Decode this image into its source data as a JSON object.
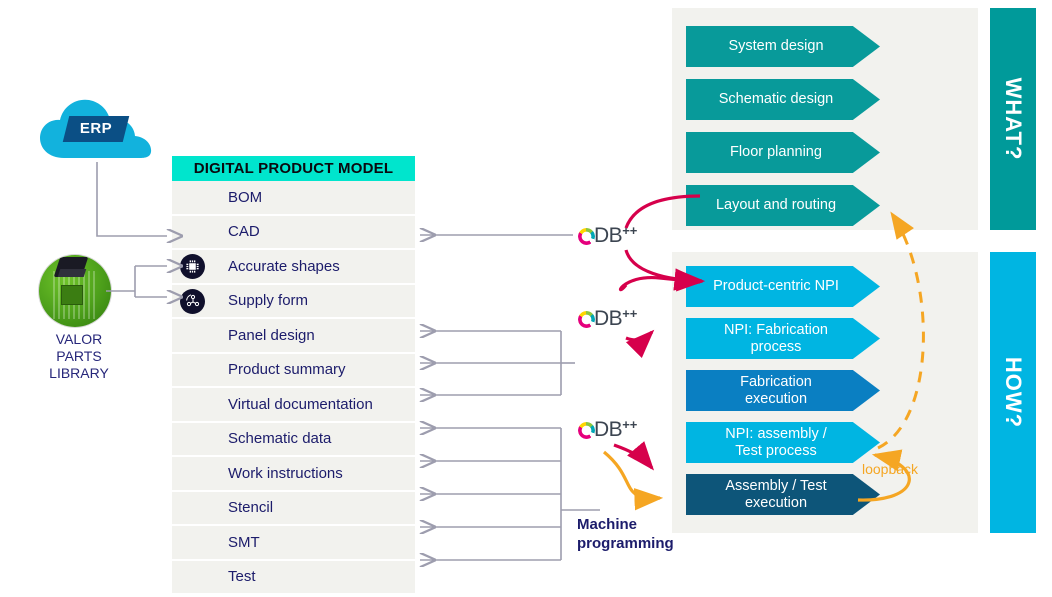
{
  "diagram": {
    "sources": {
      "erp": {
        "label": "ERP",
        "icon": "cloud-icon"
      },
      "valor": {
        "label": "VALOR\nPARTS\nLIBRARY",
        "line1": "VALOR",
        "line2": "PARTS",
        "line3": "LIBRARY",
        "icon": "pcb-circle-icon"
      }
    },
    "dpm": {
      "header": "DIGITAL PRODUCT MODEL",
      "header_color": "#00e5cd",
      "rows": [
        {
          "label": "BOM",
          "icon": null
        },
        {
          "label": "CAD",
          "icon": null
        },
        {
          "label": "Accurate shapes",
          "icon": "chip-icon"
        },
        {
          "label": "Supply form",
          "icon": "supply-molecule-icon"
        },
        {
          "label": "Panel design",
          "icon": null
        },
        {
          "label": "Product summary",
          "icon": null
        },
        {
          "label": "Virtual documentation",
          "icon": null
        },
        {
          "label": "Schematic data",
          "icon": null
        },
        {
          "label": "Work instructions",
          "icon": null
        },
        {
          "label": "Stencil",
          "icon": null
        },
        {
          "label": "SMT",
          "icon": null
        },
        {
          "label": "Test",
          "icon": null
        }
      ]
    },
    "odbpp": {
      "text": "DB",
      "sup": "++",
      "instances": [
        {
          "name": "odbpp-cad"
        },
        {
          "name": "odbpp-panel"
        },
        {
          "name": "odbpp-machine"
        }
      ]
    },
    "what_panel": {
      "side_label": "WHAT?",
      "side_color": "#009a9a",
      "stages": [
        {
          "label": "System design",
          "color": "#089a9a"
        },
        {
          "label": "Schematic design",
          "color": "#089a9a"
        },
        {
          "label": "Floor planning",
          "color": "#089a9a"
        },
        {
          "label": "Layout and routing",
          "color": "#089a9a"
        }
      ]
    },
    "how_panel": {
      "side_label": "HOW?",
      "side_color": "#00b5e2",
      "stages": [
        {
          "label": "Product-centric NPI",
          "color": "#00b5e2"
        },
        {
          "label": "NPI: Fabrication\nprocess",
          "color": "#00b5e2",
          "l1": "NPI: Fabrication",
          "l2": "process"
        },
        {
          "label": "Fabrication\nexecution",
          "color": "#0a7fc2",
          "l1": "Fabrication",
          "l2": "execution"
        },
        {
          "label": "NPI: assembly /\nTest  process",
          "color": "#00b5e2",
          "l1": "NPI: assembly /",
          "l2": "Test  process"
        },
        {
          "label": "Assembly / Test\nexecution",
          "color": "#0d5579",
          "l1": "Assembly / Test",
          "l2": "execution"
        }
      ]
    },
    "annotations": {
      "machine_programming_l1": "Machine",
      "machine_programming_l2": "programming",
      "loopback": "loopback",
      "loopback_color": "#f5a623",
      "odbpp_arrow_color": "#d6004b",
      "connector_color": "#9d9dae"
    }
  }
}
